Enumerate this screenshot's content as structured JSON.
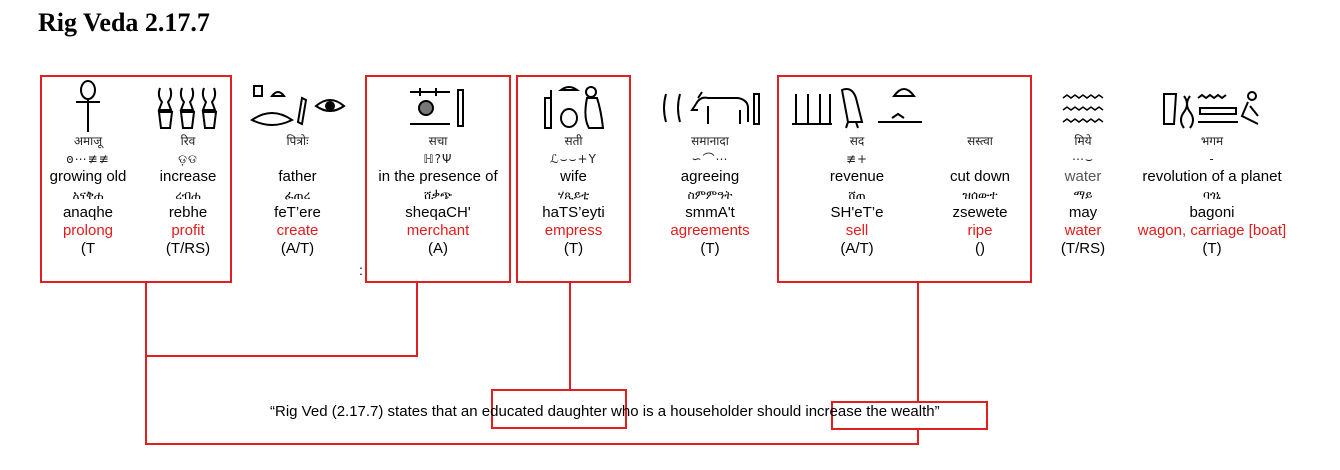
{
  "title": "Rig Veda 2.17.7",
  "separator": ":",
  "quote": "“Rig Ved (2.17.7) states that an educated daughter who is a householder should increase the wealth”",
  "columns": [
    {
      "id": "amaju",
      "devanagari": "अमाजू",
      "script": "ꙩ⋯≢≢",
      "english": "growing old",
      "geez": "አናቅሐ",
      "translit": "anaqhe",
      "meaning": "prolong",
      "code": "(T"
    },
    {
      "id": "riva",
      "devanagari": "रिव",
      "script": "ଡ଼ଡ",
      "english": "increase",
      "geez": "ረብሐ",
      "translit": "rebhe",
      "meaning": "profit",
      "code": "(T/RS)"
    },
    {
      "id": "pitroh",
      "devanagari": "पित्रोः",
      "script": "",
      "english": "father",
      "geez": "ፈጠረ",
      "translit": "feT’ere",
      "meaning": "create",
      "code": "(A/T)"
    },
    {
      "id": "sacha",
      "devanagari": "सचा",
      "script": "ℍ?Ψ",
      "english": "in the presence of",
      "geez": "ሸቃጭ",
      "translit": "sheqaCH'",
      "meaning": "merchant",
      "code": "(A)"
    },
    {
      "id": "sati",
      "devanagari": "सती",
      "script": "ℒ⌣⌣+Y",
      "english": "wife",
      "geez": "ሃጺይቲ",
      "translit": "haTS’eyti",
      "meaning": "empress",
      "code": "(T)"
    },
    {
      "id": "samanada",
      "devanagari": "समानादा",
      "script": "∽⌒⋯",
      "english": "agreeing",
      "geez": "ስምምዓት",
      "translit": "smmA't",
      "meaning": "agreements",
      "code": "(T)"
    },
    {
      "id": "sada",
      "devanagari": "सद",
      "script": "≢+",
      "english": "revenue",
      "geez": "ሸጠ",
      "translit": "SH'eT’e",
      "meaning": "sell",
      "code": "(A/T)"
    },
    {
      "id": "sastva",
      "devanagari": "सस्त्वा",
      "script": "",
      "english": "cut down",
      "geez": "ዝሰውተ",
      "translit": "zsewete",
      "meaning": "ripe",
      "code": "()"
    },
    {
      "id": "miye",
      "devanagari": "मिये",
      "script": "⋯⌣",
      "english": "water",
      "geez": "ማይ",
      "translit": "may",
      "meaning": "water",
      "code": "(T/RS)"
    },
    {
      "id": "bhagama",
      "devanagari": "भगम",
      "script": "-",
      "english": "revolution of a planet",
      "geez": "ባጎኒ",
      "translit": "bagoni",
      "meaning": "wagon, carriage [boat]",
      "code": "(T)"
    }
  ],
  "icons": {
    "amaju": "ankh-glyph",
    "riva": "three-vessels-glyph",
    "pitroh": "mouth-eye-glyph",
    "sacha": "sieve-glyph",
    "sati": "seated-woman-glyph",
    "samanada": "ox-glyph",
    "sada": "owl-bird-glyph",
    "miye": "water-ripple-glyph",
    "bhagama": "boat-glyph"
  },
  "colors": {
    "accent_red": "#e41b1b",
    "box_red": "#e02020"
  }
}
